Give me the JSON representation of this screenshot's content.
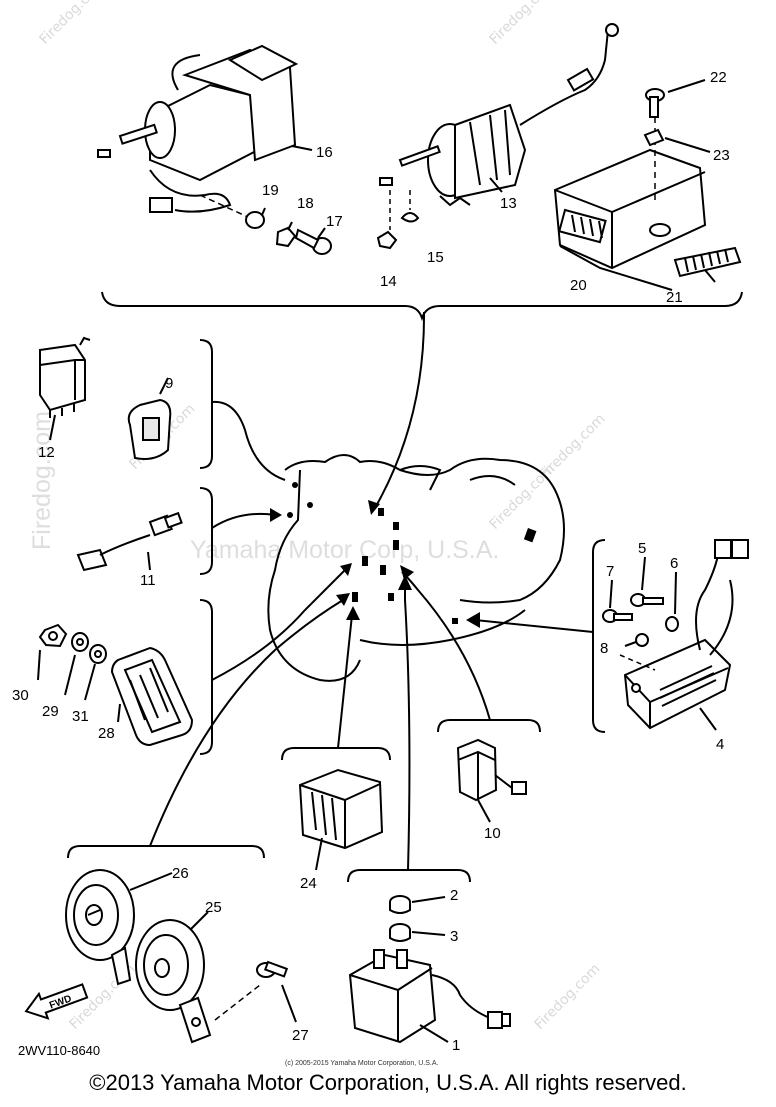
{
  "diagram": {
    "diagram_code": "2WV110-8640",
    "small_copyright": "(c) 2005-2015 Yamaha Motor Corporation, U.S.A.",
    "center_watermark": "Yamaha Motor Corp, U.S.A.",
    "watermark_text": "Firedog.com",
    "fwd_label": "FWD",
    "part_numbers": [
      "1",
      "2",
      "3",
      "4",
      "5",
      "6",
      "7",
      "8",
      "9",
      "10",
      "11",
      "12",
      "13",
      "14",
      "15",
      "16",
      "17",
      "18",
      "19",
      "20",
      "21",
      "22",
      "23",
      "24",
      "25",
      "26",
      "27",
      "28",
      "29",
      "30",
      "31"
    ]
  },
  "footer": {
    "copyright": "©2013 Yamaha Motor Corporation, U.S.A. All rights reserved."
  }
}
